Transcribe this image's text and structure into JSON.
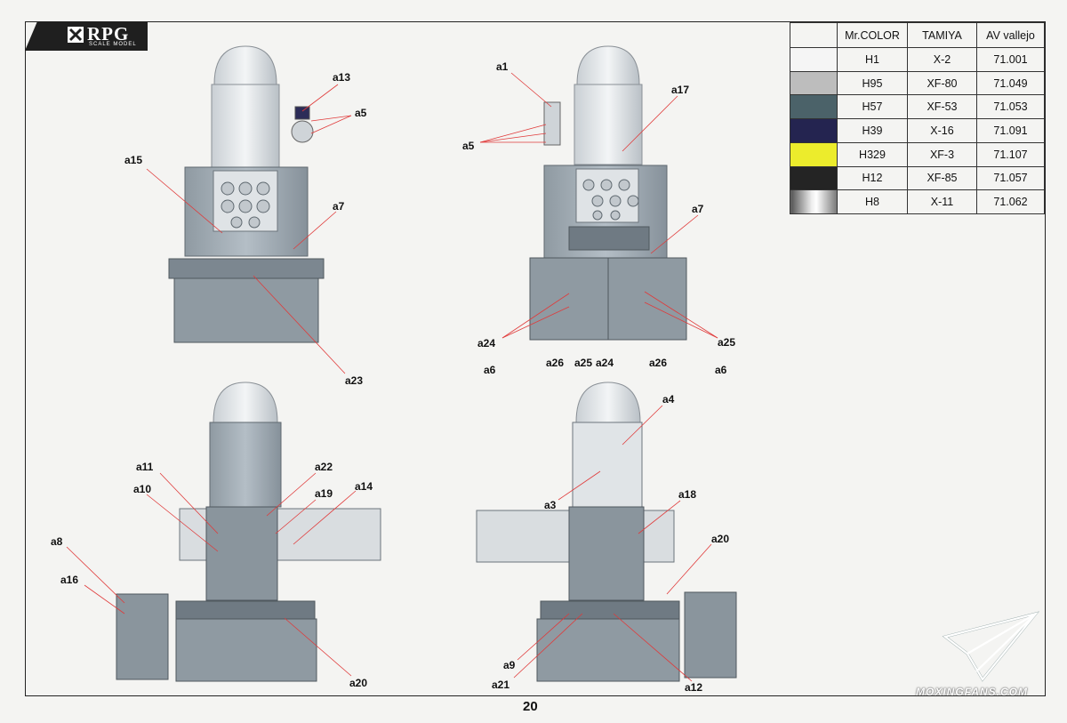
{
  "brand": {
    "name": "RPG",
    "subtitle": "SCALE MODEL"
  },
  "page_number": "20",
  "watermark": "MOXINGFANS.COM",
  "color_table": {
    "headers": [
      "Mr.COLOR",
      "TAMIYA",
      "AV vallejo"
    ],
    "rows": [
      {
        "swatch": "#f5f5f5",
        "mr_color": "H1",
        "tamiya": "X-2",
        "vallejo": "71.001"
      },
      {
        "swatch": "#bdbdbd",
        "mr_color": "H95",
        "tamiya": "XF-80",
        "vallejo": "71.049"
      },
      {
        "swatch": "#4b6269",
        "mr_color": "H57",
        "tamiya": "XF-53",
        "vallejo": "71.053"
      },
      {
        "swatch": "#242450",
        "mr_color": "H39",
        "tamiya": "X-16",
        "vallejo": "71.091"
      },
      {
        "swatch": "#ecec2c",
        "mr_color": "H329",
        "tamiya": "XF-3",
        "vallejo": "71.107"
      },
      {
        "swatch": "#242424",
        "mr_color": "H12",
        "tamiya": "XF-85",
        "vallejo": "71.057"
      },
      {
        "swatch": "metal",
        "mr_color": "H8",
        "tamiya": "X-11",
        "vallejo": "71.062"
      }
    ]
  },
  "callouts": {
    "front": [
      "a13",
      "a5",
      "a15",
      "a7",
      "a23"
    ],
    "rear": [
      "a1",
      "a17",
      "a5",
      "a7",
      "a24",
      "a6",
      "a26",
      "a25",
      "a24",
      "a26",
      "a25",
      "a6"
    ],
    "left": [
      "a11",
      "a22",
      "a10",
      "a19",
      "a14",
      "a8",
      "a16",
      "a20"
    ],
    "right": [
      "a4",
      "a3",
      "a18",
      "a20",
      "a9",
      "a21",
      "a12"
    ]
  }
}
